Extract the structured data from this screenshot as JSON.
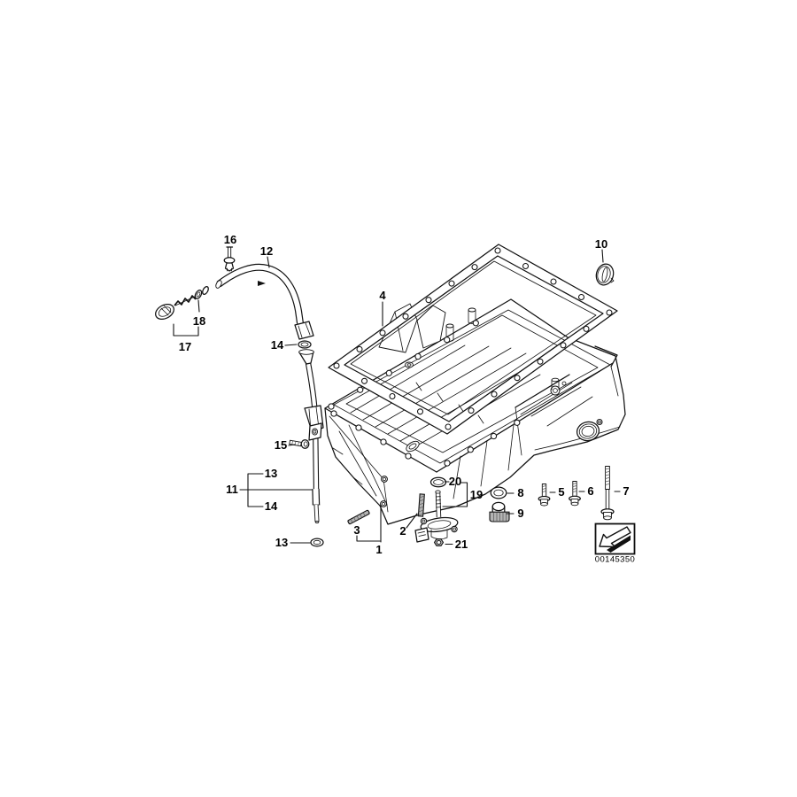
{
  "diagram": {
    "kind": "exploded-parts-diagram",
    "subject": "oil-pan-with-oil-level-indicator",
    "drawing_number": "00145350",
    "stamp_icon": "arrow-bottom-left",
    "colors": {
      "ink": "#111111",
      "paper": "#ffffff",
      "metal": "#b3b3b3"
    },
    "callouts": [
      {
        "ref": "16"
      },
      {
        "ref": "12"
      },
      {
        "ref": "4"
      },
      {
        "ref": "10"
      },
      {
        "ref": "18"
      },
      {
        "ref": "17"
      },
      {
        "ref": "14"
      },
      {
        "ref": "15"
      },
      {
        "ref": "13"
      },
      {
        "ref": "11"
      },
      {
        "ref": "14"
      },
      {
        "ref": "13"
      },
      {
        "ref": "3"
      },
      {
        "ref": "1"
      },
      {
        "ref": "2"
      },
      {
        "ref": "20"
      },
      {
        "ref": "19"
      },
      {
        "ref": "21"
      },
      {
        "ref": "8"
      },
      {
        "ref": "9"
      },
      {
        "ref": "5"
      },
      {
        "ref": "6"
      },
      {
        "ref": "7"
      }
    ]
  }
}
